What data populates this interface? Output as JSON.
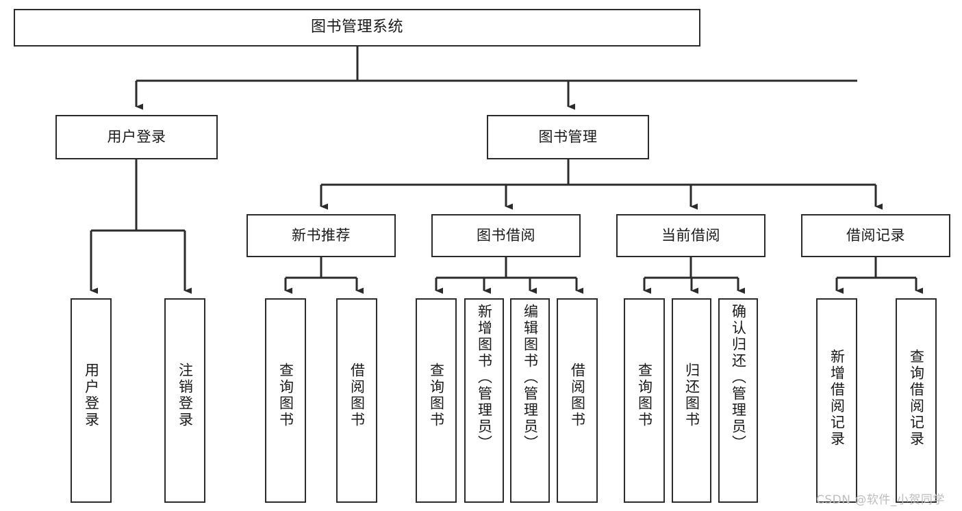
{
  "diagram": {
    "type": "hierarchy-tree",
    "title": "图书管理系统",
    "watermark": "CSDN @软件_小贺同学",
    "colors": {
      "box_border": "#2b2b2b",
      "box_fill": "#ffffff",
      "connector": "#2b2b2b",
      "text": "#1a1a1a",
      "watermark": "#bdbdbd",
      "background": "#ffffff"
    },
    "root": {
      "label": "图书管理系统"
    },
    "level_two": [
      {
        "label": "用户登录"
      },
      {
        "label": "图书管理"
      }
    ],
    "level_three": [
      {
        "label": "新书推荐"
      },
      {
        "label": "图书借阅"
      },
      {
        "label": "当前借阅"
      },
      {
        "label": "借阅记录"
      }
    ],
    "leaves": {
      "user_login": [
        {
          "label": "用户登录"
        },
        {
          "label": "注销登录"
        }
      ],
      "new_book_recommend": [
        {
          "label": "查询图书"
        },
        {
          "label": "借阅图书"
        }
      ],
      "book_borrow": [
        {
          "label": "查询图书"
        },
        {
          "label": "新增图书（管理员）"
        },
        {
          "label": "编辑图书（管理员）"
        },
        {
          "label": "借阅图书"
        }
      ],
      "current_borrow": [
        {
          "label": "查询图书"
        },
        {
          "label": "归还图书"
        },
        {
          "label": "确认归还（管理员）"
        }
      ],
      "borrow_record": [
        {
          "label": "新增借阅记录"
        },
        {
          "label": "查询借阅记录"
        }
      ]
    }
  }
}
